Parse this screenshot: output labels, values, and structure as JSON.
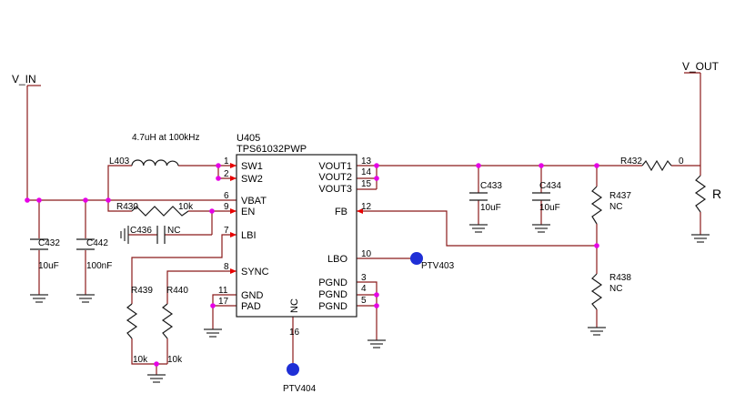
{
  "nets": {
    "vin": "V_IN",
    "vout": "V_OUT"
  },
  "ic": {
    "ref": "U405",
    "part": "TPS61032PWP",
    "pins": [
      {
        "num": "1",
        "name": "SW1"
      },
      {
        "num": "2",
        "name": "SW2"
      },
      {
        "num": "6",
        "name": "VBAT"
      },
      {
        "num": "9",
        "name": "EN"
      },
      {
        "num": "7",
        "name": "LBI"
      },
      {
        "num": "8",
        "name": "SYNC"
      },
      {
        "num": "11",
        "name": "GND"
      },
      {
        "num": "17",
        "name": "PAD"
      },
      {
        "num": "13",
        "name": "VOUT1"
      },
      {
        "num": "14",
        "name": "VOUT2"
      },
      {
        "num": "15",
        "name": "VOUT3"
      },
      {
        "num": "12",
        "name": "FB"
      },
      {
        "num": "10",
        "name": "LBO"
      },
      {
        "num": "3",
        "name": "PGND"
      },
      {
        "num": "4",
        "name": "PGND"
      },
      {
        "num": "5",
        "name": "PGND"
      },
      {
        "num": "16",
        "name": "NC"
      }
    ]
  },
  "components": {
    "l403": {
      "ref": "L403",
      "value": "4.7uH at 100kHz"
    },
    "r430": {
      "ref": "R430",
      "value": "10k"
    },
    "c436": {
      "ref": "C436",
      "value": "NC"
    },
    "c432": {
      "ref": "C432",
      "value": "10uF"
    },
    "c442": {
      "ref": "C442",
      "value": "100nF"
    },
    "r439": {
      "ref": "R439",
      "value": "10k"
    },
    "r440": {
      "ref": "R440",
      "value": "10k"
    },
    "c433": {
      "ref": "C433",
      "value": "10uF"
    },
    "c434": {
      "ref": "C434",
      "value": "10uF"
    },
    "r437": {
      "ref": "R437",
      "value": "NC"
    },
    "r438": {
      "ref": "R438",
      "value": "NC"
    },
    "r432": {
      "ref": "R432",
      "value": "0"
    },
    "load": {
      "ref": "R"
    }
  },
  "testpoints": {
    "ptv403": "PTV403",
    "ptv404": "PTV404"
  },
  "colors": {
    "wire": "#8b1a1a",
    "junction": "#e600e6",
    "pin_arrow": "#e60000",
    "testpoint": "#1f2fd6"
  }
}
